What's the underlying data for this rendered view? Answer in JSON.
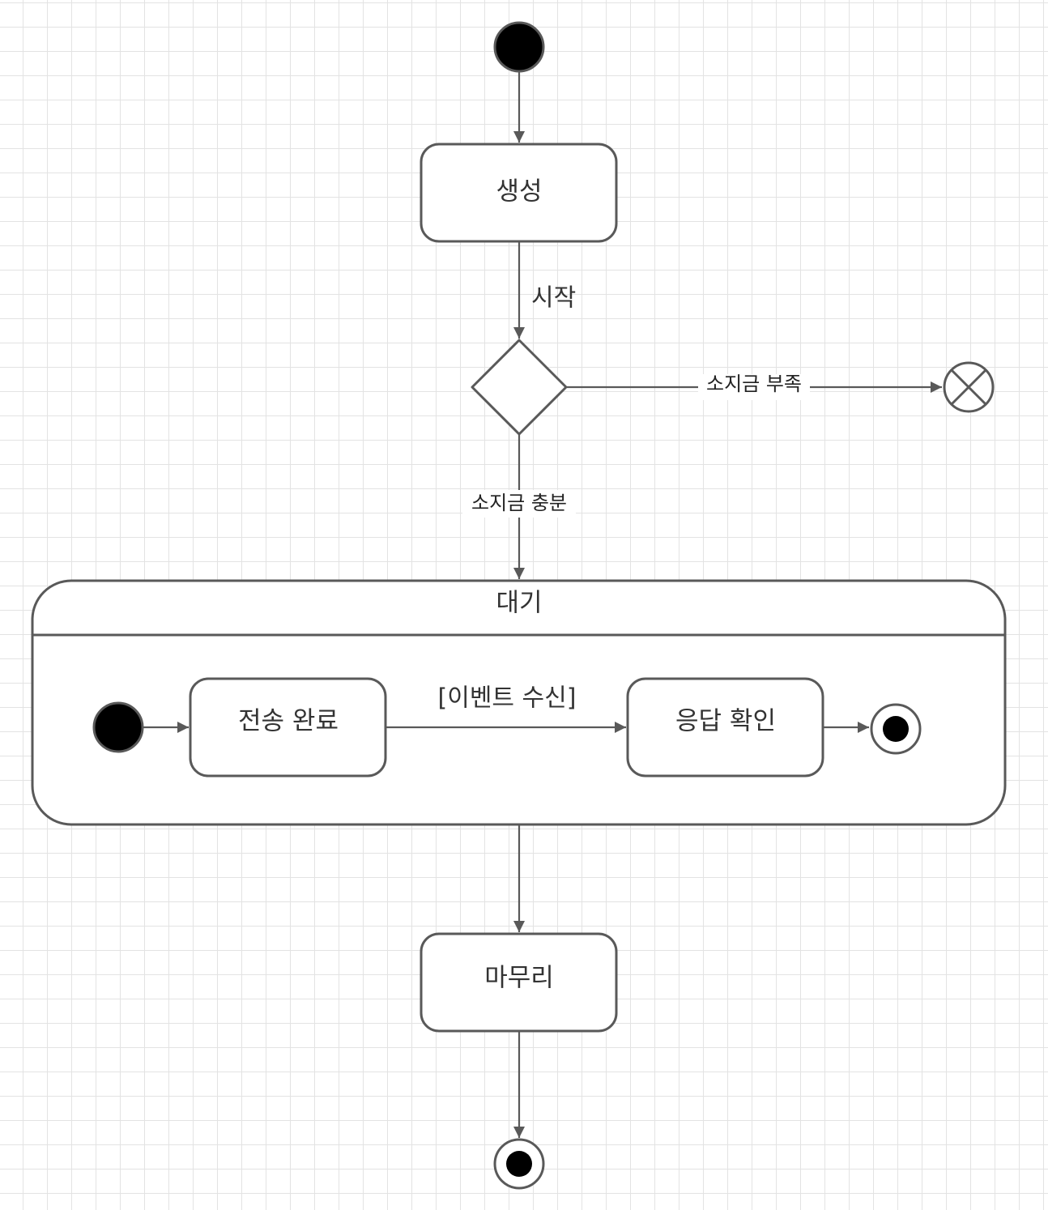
{
  "diagram": {
    "states": {
      "create": "생성",
      "wait": "대기",
      "sent": "전송 완료",
      "response": "응답 확인",
      "finish": "마무리"
    },
    "transitions": {
      "start": "시작",
      "insufficient": "소지금 부족",
      "sufficient": "소지금 충분",
      "event_received": "[이벤트 수신]"
    }
  }
}
